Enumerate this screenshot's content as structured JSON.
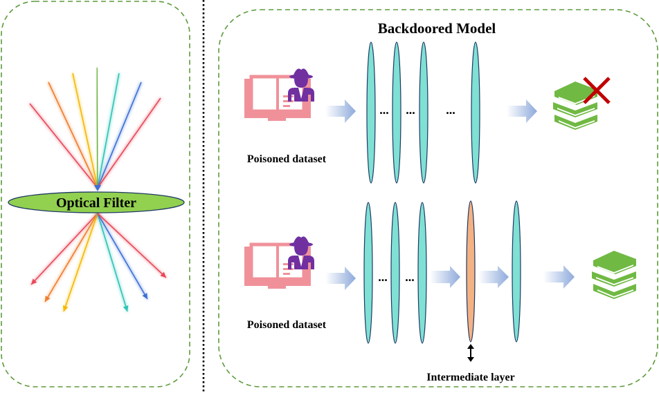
{
  "left_panel": {
    "filter_label": "Optical Filter",
    "ray_colors": [
      "#e8495a",
      "#f07c2c",
      "#f5b800",
      "#6db33f",
      "#2ec4b6",
      "#3b6fd6",
      "#e8495a"
    ],
    "filter_color": "#92d050"
  },
  "right_panel": {
    "title": "Backdoored Model",
    "top_row": {
      "input_label": "Poisoned dataset",
      "ellipsis": [
        "...",
        "...",
        "..."
      ],
      "output_status": "rejected"
    },
    "bottom_row": {
      "input_label": "Poisoned dataset",
      "ellipsis": [
        "...",
        "..."
      ],
      "intermediate_label": "Intermediate layer",
      "output_status": "accepted"
    }
  },
  "colors": {
    "panel_border": "#5b9a3a",
    "layer_fill": "#7fe0d4",
    "intermediate_fill": "#f4b183",
    "book_icon": "#f0919a",
    "attacker_icon": "#7030a0",
    "output_books": "#70b943",
    "reject_cross": "#c00000",
    "arrow": "#8eaadb"
  }
}
